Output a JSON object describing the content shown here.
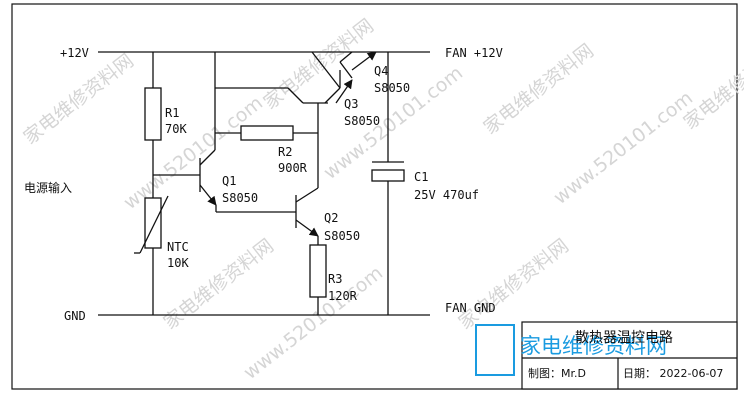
{
  "rails": {
    "vcc": "+12V",
    "gnd": "GND",
    "fan_pos": "FAN  +12V",
    "fan_gnd": "FAN GND"
  },
  "input_label": "电源输入",
  "components": {
    "r1": {
      "name": "R1",
      "value": "70K"
    },
    "ntc": {
      "name": "NTC",
      "value": "10K"
    },
    "r2": {
      "name": "R2",
      "value": "900R"
    },
    "r3": {
      "name": "R3",
      "value": "120R"
    },
    "c1": {
      "name": "C1",
      "value": "25V 470uf"
    },
    "q1": {
      "name": "Q1",
      "value": "S8050"
    },
    "q2": {
      "name": "Q2",
      "value": "S8050"
    },
    "q3": {
      "name": "Q3",
      "value": "S8050"
    },
    "q4": {
      "name": "Q4",
      "value": "S8050"
    }
  },
  "title_block": {
    "logo_text": "家电维修资料网",
    "title": "散热器温控电路",
    "drawn_by": "制图：Mr.D",
    "date": "日期： 2022-06-07"
  },
  "watermark": {
    "text_cn": "家电维修资料网",
    "text_url": "www.520101.com"
  },
  "colors": {
    "ink": "#111111",
    "watermark": "#d5d5d5",
    "logo": "#1a9be0"
  }
}
